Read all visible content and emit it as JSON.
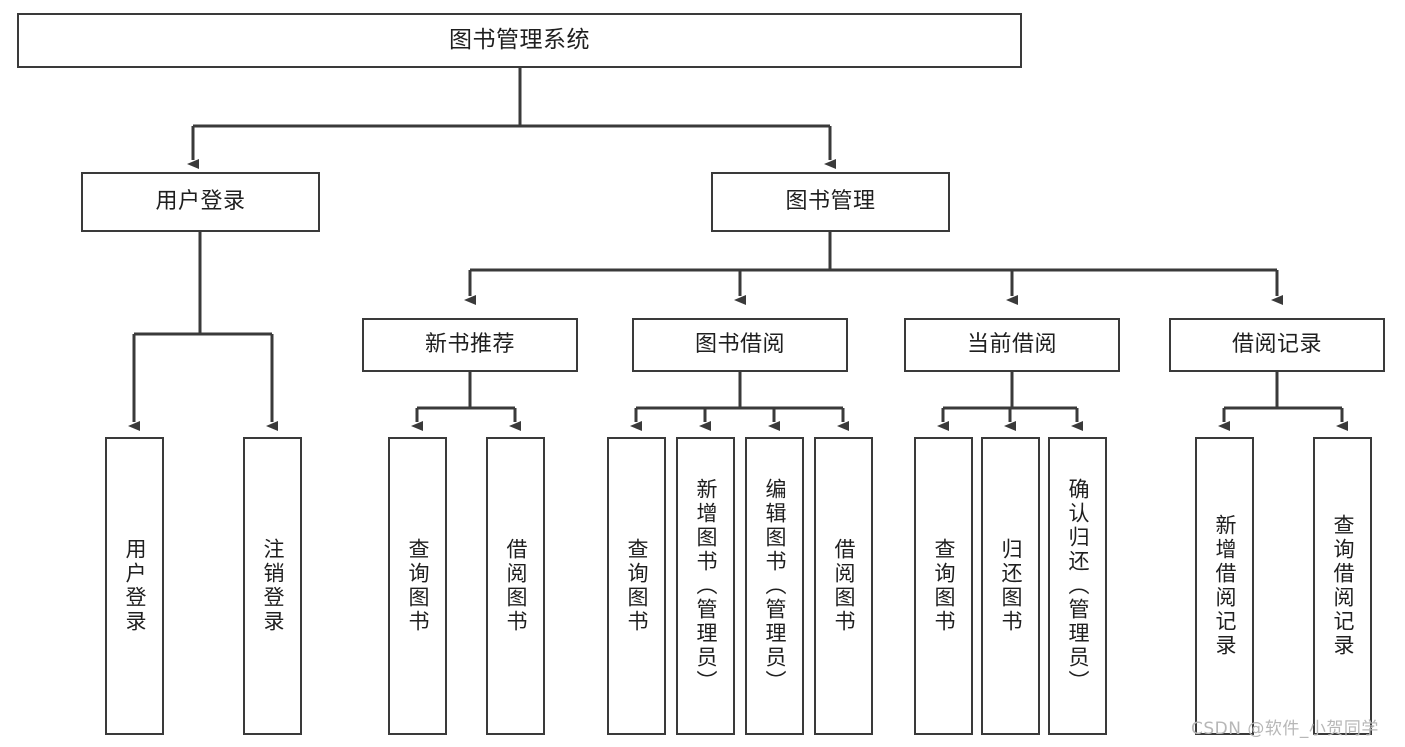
{
  "diagram": {
    "title": "图书管理系统",
    "type": "功能结构图",
    "root": {
      "label": "图书管理系统"
    },
    "level1": [
      {
        "label": "用户登录"
      },
      {
        "label": "图书管理"
      }
    ],
    "level2": [
      {
        "label": "新书推荐"
      },
      {
        "label": "图书借阅"
      },
      {
        "label": "当前借阅"
      },
      {
        "label": "借阅记录"
      }
    ],
    "leaves": {
      "user_login": [
        {
          "label": "用户登录"
        },
        {
          "label": "注销登录"
        }
      ],
      "new_book_recommend": [
        {
          "label": "查询图书"
        },
        {
          "label": "借阅图书"
        }
      ],
      "book_borrow": [
        {
          "label": "查询图书"
        },
        {
          "label": "新增图书（管理员）"
        },
        {
          "label": "编辑图书（管理员）"
        },
        {
          "label": "借阅图书"
        }
      ],
      "current_borrow": [
        {
          "label": "查询图书"
        },
        {
          "label": "归还图书"
        },
        {
          "label": "确认归还（管理员）"
        }
      ],
      "borrow_record": [
        {
          "label": "新增借阅记录"
        },
        {
          "label": "查询借阅记录"
        }
      ]
    }
  },
  "watermark": {
    "text": "CSDN @软件_小贺同学"
  },
  "colors": {
    "stroke": "#3a3a3a",
    "fill": "#ffffff",
    "text": "#1f1f1f",
    "watermark": "#b7b7b7"
  }
}
